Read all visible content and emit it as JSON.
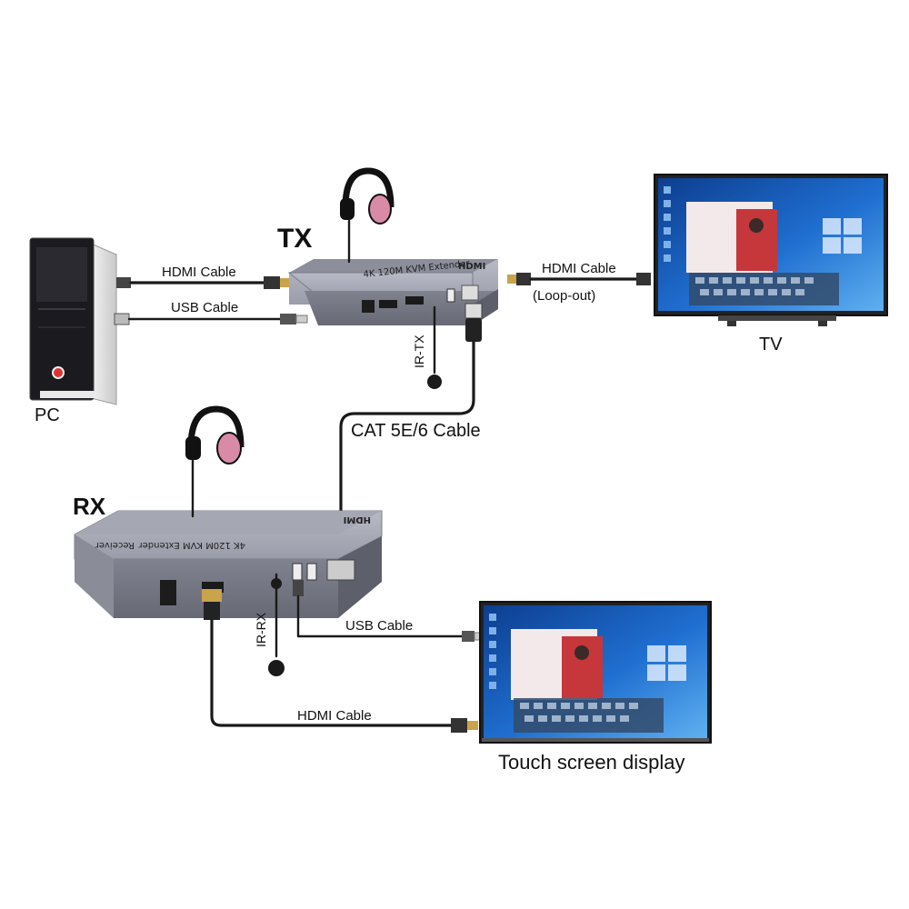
{
  "labels": {
    "tx": "TX",
    "rx": "RX",
    "pc": "PC",
    "tv": "TV",
    "touch_display": "Touch screen display",
    "hdmi_cable_pc": "HDMI Cable",
    "usb_cable_pc": "USB Cable",
    "hdmi_cable_tv": "HDMI Cable",
    "loop_out": "(Loop-out)",
    "ir_tx": "IR-TX",
    "ir_rx": "IR-RX",
    "cat_cable": "CAT 5E/6 Cable",
    "usb_cable_rx": "USB Cable",
    "hdmi_cable_rx": "HDMI Cable"
  },
  "devices": {
    "tx_casing_text": "4K 120M KVM Extender",
    "tx_badge": "HDMI",
    "rx_casing_text": "4K 120M KVM Extender",
    "rx_side_text": "Receiver",
    "rx_badge": "HDMI"
  },
  "colors": {
    "device_gray": "#7d7f8c",
    "device_top": "#a7a9b5",
    "device_dark": "#5d5f6b",
    "headphone_pink": "#d98aa6",
    "screen_blue": "#1f6fd1",
    "screen_window_red": "#c6373b",
    "pc_body": "#1b1b1f",
    "pc_side": "#e6e6e6"
  },
  "icons": [
    "pc-tower-icon",
    "headphones-icon",
    "tv-icon",
    "touch-display-icon",
    "hdmi-plug-icon",
    "usb-plug-icon",
    "rj45-plug-icon",
    "ir-sensor-icon"
  ]
}
